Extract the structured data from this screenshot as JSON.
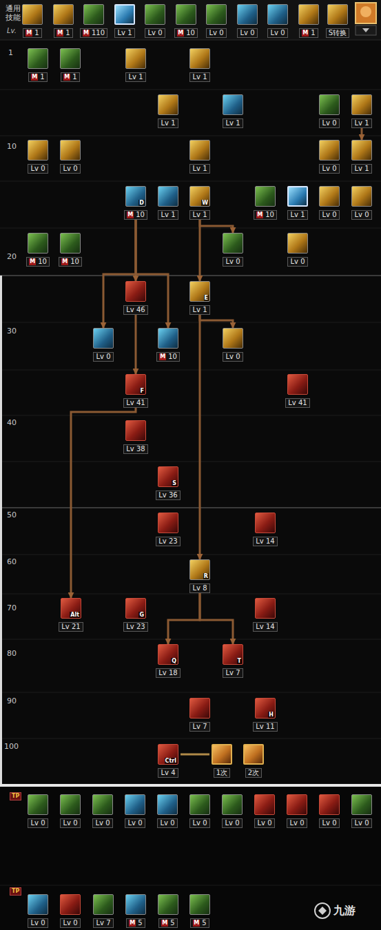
{
  "diagram": {
    "nodes": [
      {
        "text": [
          "M",
          "1"
        ]
      },
      {
        "text": [
          "M",
          "1"
        ]
      },
      {
        "text": [
          "M",
          "110"
        ]
      },
      {
        "text": [
          "Lv 1"
        ]
      },
      {
        "text": [
          "Lv 0"
        ]
      },
      {
        "text": [
          "M",
          "10"
        ]
      },
      {
        "text": [
          "Lv 0"
        ]
      },
      {
        "text": [
          "Lv 0"
        ]
      },
      {
        "text": [
          "Lv 0"
        ]
      },
      {
        "text": [
          "M",
          "1"
        ]
      },
      {
        "text": [
          "S转换"
        ]
      },
      {
        "text": [
          "M",
          "1"
        ]
      },
      {
        "text": [
          "M",
          "1"
        ]
      },
      {
        "text": [
          "Lv 1"
        ]
      },
      {
        "text": [
          "Lv 1"
        ]
      },
      {
        "text": [
          "Lv 1"
        ]
      },
      {
        "text": [
          "Lv 1"
        ]
      },
      {
        "text": [
          "Lv 0"
        ]
      },
      {
        "text": [
          "Lv 1"
        ]
      },
      {
        "text": [
          "Lv 0"
        ]
      },
      {
        "text": [
          "Lv 0"
        ]
      },
      {
        "text": [
          "Lv 1"
        ]
      },
      {
        "text": [
          "Lv 0"
        ]
      },
      {
        "text": [
          "Lv 1"
        ]
      },
      {
        "text": [
          "M",
          "10",
          "D"
        ]
      },
      {
        "text": [
          "Lv 1"
        ]
      },
      {
        "text": [
          "Lv 1",
          "W"
        ]
      },
      {
        "text": [
          "M",
          "10"
        ]
      },
      {
        "text": [
          "Lv 1"
        ]
      },
      {
        "text": [
          "Lv 0"
        ]
      },
      {
        "text": [
          "Lv 0"
        ]
      },
      {
        "text": [
          "M",
          "10"
        ]
      },
      {
        "text": [
          "M",
          "10"
        ]
      },
      {
        "text": [
          "Lv 0"
        ]
      },
      {
        "text": [
          "Lv 0"
        ]
      },
      {
        "text": [
          "Lv 46"
        ]
      },
      {
        "text": [
          "Lv 1",
          "E"
        ]
      },
      {
        "text": [
          "Lv 0"
        ]
      },
      {
        "text": [
          "M",
          "10"
        ]
      },
      {
        "text": [
          "Lv 0"
        ]
      },
      {
        "text": [
          "Lv 41",
          "F"
        ]
      },
      {
        "text": [
          "Lv 41"
        ]
      },
      {
        "text": [
          "Lv 38"
        ]
      },
      {
        "text": [
          "Lv 36",
          "S"
        ]
      },
      {
        "text": [
          "Lv 23"
        ]
      },
      {
        "text": [
          "Lv 14"
        ]
      },
      {
        "text": [
          "Lv 8",
          "R"
        ]
      },
      {
        "text": [
          "Lv 21",
          "Alt"
        ]
      },
      {
        "text": [
          "Lv 23",
          "G"
        ]
      },
      {
        "text": [
          "Lv 14"
        ]
      },
      {
        "text": [
          "Lv 18",
          "Q"
        ]
      },
      {
        "text": [
          "Lv 7",
          "T"
        ]
      },
      {
        "text": [
          "Lv 7"
        ]
      },
      {
        "text": [
          "Lv 11",
          "H"
        ]
      },
      {
        "text": [
          "Lv 4",
          "Ctrl"
        ]
      },
      {
        "text": [
          "1次"
        ]
      },
      {
        "text": [
          "2次"
        ]
      },
      {
        "text": [
          "Lv 0"
        ]
      },
      {
        "text": [
          "Lv 0"
        ]
      },
      {
        "text": [
          "Lv 0"
        ]
      },
      {
        "text": [
          "Lv 0"
        ]
      },
      {
        "text": [
          "Lv 0"
        ]
      },
      {
        "text": [
          "Lv 0"
        ]
      },
      {
        "text": [
          "Lv 0"
        ]
      },
      {
        "text": [
          "Lv 0"
        ]
      },
      {
        "text": [
          "Lv 0"
        ]
      },
      {
        "text": [
          "Lv 0"
        ]
      },
      {
        "text": [
          "Lv 0"
        ]
      },
      {
        "text": [
          "Lv 0"
        ]
      },
      {
        "text": [
          "Lv 0"
        ]
      },
      {
        "text": [
          "Lv 7"
        ]
      },
      {
        "text": [
          "M",
          "5"
        ]
      },
      {
        "text": [
          "M",
          "5"
        ]
      },
      {
        "text": [
          "M",
          "5"
        ]
      }
    ],
    "edges": [
      {
        "from": 18,
        "to": 23,
        "arrow": "to"
      },
      {
        "from": 24,
        "to": 37,
        "arrow": "to"
      },
      {
        "from": 24,
        "to": 35,
        "arrow": "to"
      },
      {
        "from": 24,
        "to": 38,
        "arrow": "to"
      },
      {
        "from": 26,
        "to": 33,
        "arrow": "to"
      },
      {
        "from": 26,
        "to": 36,
        "arrow": "to"
      },
      {
        "from": 36,
        "to": 39,
        "arrow": "to"
      },
      {
        "from": 36,
        "to": 46,
        "arrow": "to"
      },
      {
        "from": 35,
        "to": 40,
        "arrow": "to"
      },
      {
        "from": 40,
        "to": 47,
        "arrow": "to"
      },
      {
        "from": 46,
        "to": 50,
        "arrow": "to"
      },
      {
        "from": 46,
        "to": 51,
        "arrow": "to"
      },
      {
        "from": 54,
        "to": 55,
        "arrow": "none"
      }
    ],
    "labels": [
      "通用 技能",
      "Lv.",
      "1",
      "10",
      "20",
      "30",
      "40",
      "50",
      "60",
      "70",
      "80",
      "90",
      "100",
      "TP",
      "TP",
      "九游"
    ]
  }
}
